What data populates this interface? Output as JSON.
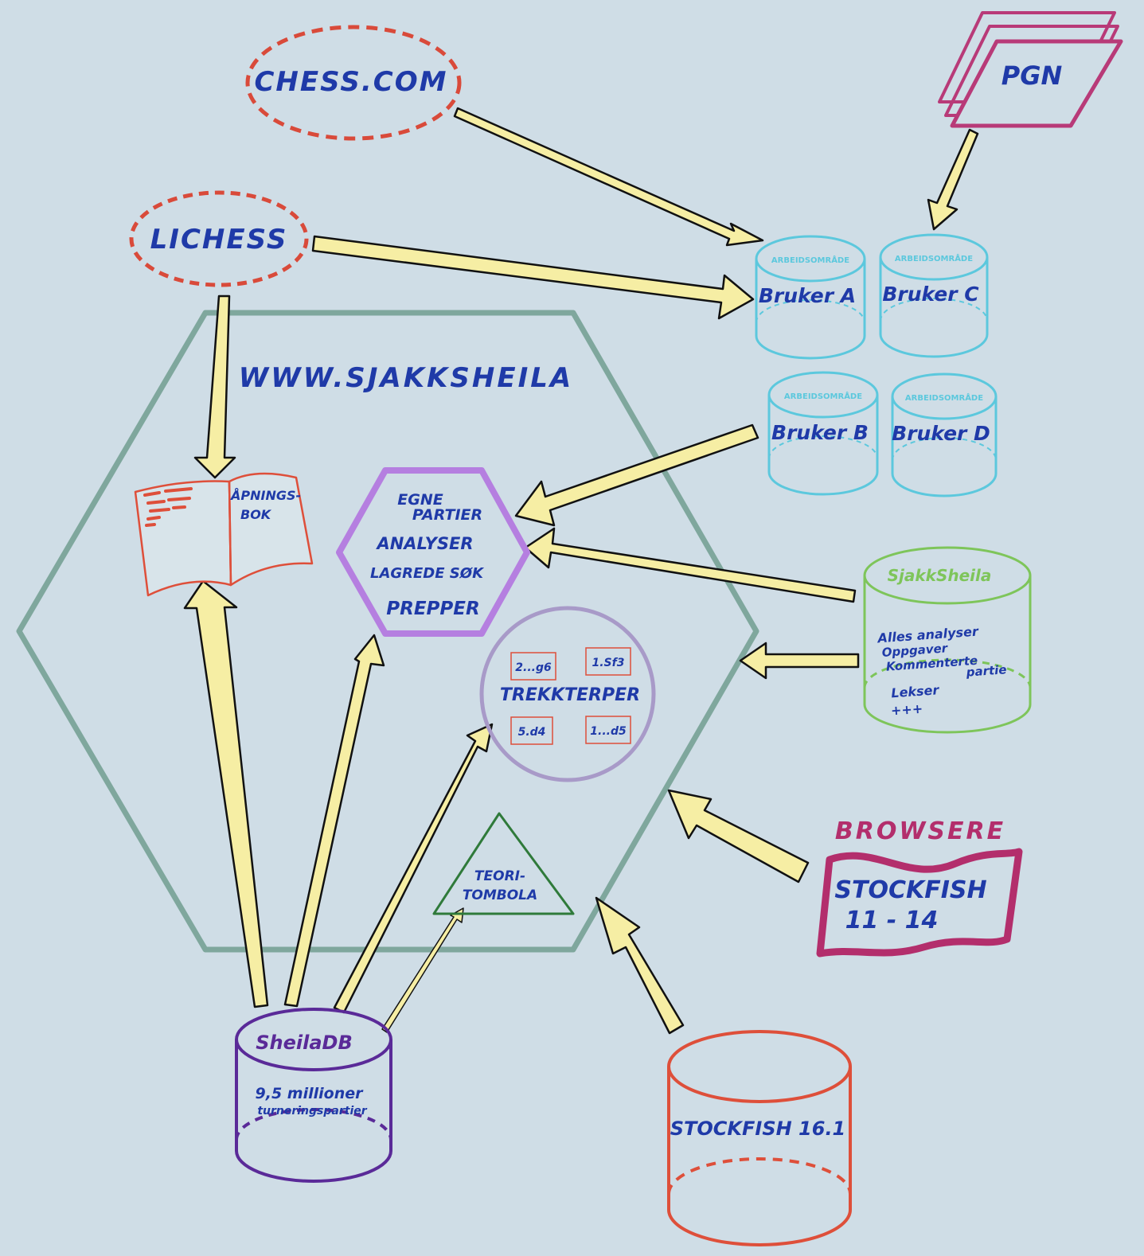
{
  "colors": {
    "background": "#cfdde6",
    "arrow_fill": "#f6eea4",
    "arrow_stroke": "#111111",
    "hexagon_main": "#7fa79d",
    "source_dashed": "#d94a3a",
    "text_blue": "#1f3aa8",
    "user_db": "#5cc8dd",
    "pgn": "#b83a78",
    "purple_hex": "#b57fe0",
    "circle": "#a89ac8",
    "green_db": "#7ec55a",
    "red_db": "#de4f3a",
    "sheiladb": "#5a2a98",
    "triangle": "#2f7a3a",
    "browser_flag": "#b32e6c"
  },
  "sources": {
    "chess": "CHESS.COM",
    "lichess": "LICHESS",
    "pgn": "PGN"
  },
  "site": {
    "title": "WWW.SJAKKSHEILA"
  },
  "users": [
    {
      "workspace": "ARBEIDSOMRÅDE",
      "name": "Bruker A"
    },
    {
      "workspace": "ARBEIDSOMRÅDE",
      "name": "Bruker C"
    },
    {
      "workspace": "ARBEIDSOMRÅDE",
      "name": "Bruker B"
    },
    {
      "workspace": "ARBEIDSOMRÅDE",
      "name": "Bruker D"
    }
  ],
  "opening_book": {
    "line1": "ÅPNINGS-",
    "line2": "BOK"
  },
  "own_games": {
    "line1": "EGNE",
    "line2": "PARTIER",
    "line3": "ANALYSER",
    "line4": "LAGREDE SØK",
    "line5": "PREPPER"
  },
  "move_traps": {
    "title": "TREKKTERPER",
    "moves": [
      "2...g6",
      "1.Sf3",
      "5.d4",
      "1...d5"
    ]
  },
  "theory": {
    "line1": "TEORI-",
    "line2": "TOMBOLA"
  },
  "sjakksheila_db": {
    "title": "SjakkSheila",
    "line1": "Alles analyser",
    "line2": "Oppgaver",
    "line3": "Kommenterte",
    "line4": "partie",
    "line5": "Lekser",
    "line6": "+++"
  },
  "browsers": {
    "heading": "BROWSERE",
    "line1": "STOCKFISH",
    "line2": "11 - 14"
  },
  "sheiladb": {
    "title": "SheilaDB",
    "line1": "9,5 millioner",
    "line2": "turneringspartier"
  },
  "stockfish": {
    "label": "STOCKFISH 16.1"
  }
}
